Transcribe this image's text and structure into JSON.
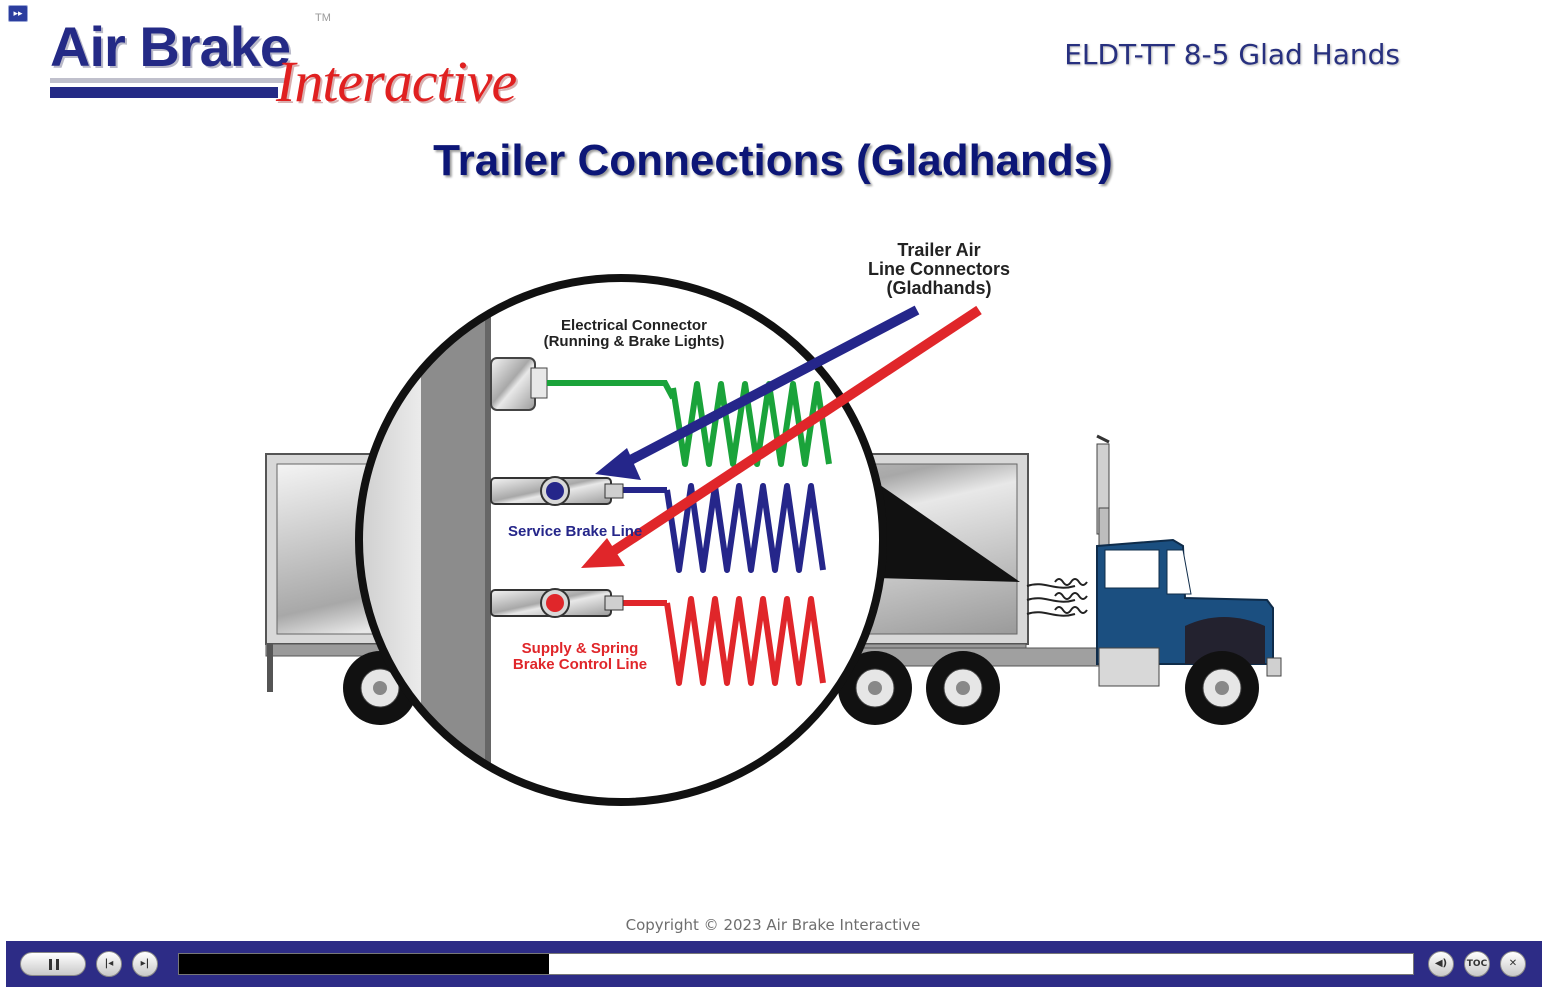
{
  "app": {
    "logo_main": "Air Brake",
    "logo_script": "Interactive",
    "logo_tm": "TM",
    "lesson_title": "ELDT-TT 8-5 Glad Hands"
  },
  "slide": {
    "title": "Trailer Connections (Gladhands)",
    "labels": {
      "air_connectors_line1": "Trailer Air",
      "air_connectors_line2": "Line Connectors",
      "air_connectors_line3": "(Gladhands)",
      "electrical_line1": "Electrical Connector",
      "electrical_line2": "(Running & Brake Lights)",
      "service_brake": "Service Brake Line",
      "supply_line1": "Supply & Spring",
      "supply_line2": "Brake Control Line"
    },
    "colors": {
      "electrical": "#1aa33a",
      "service": "#25268a",
      "supply": "#e0262a",
      "cab": "#1b4f80"
    }
  },
  "footer": {
    "copyright": "Copyright © 2023 Air Brake Interactive"
  },
  "player": {
    "progress": 0.3,
    "icons": [
      "pause-icon",
      "previous-icon",
      "next-icon",
      "volume-icon",
      "toc-icon",
      "close-icon"
    ],
    "toc_label": "TOC",
    "close_label": "✕"
  }
}
